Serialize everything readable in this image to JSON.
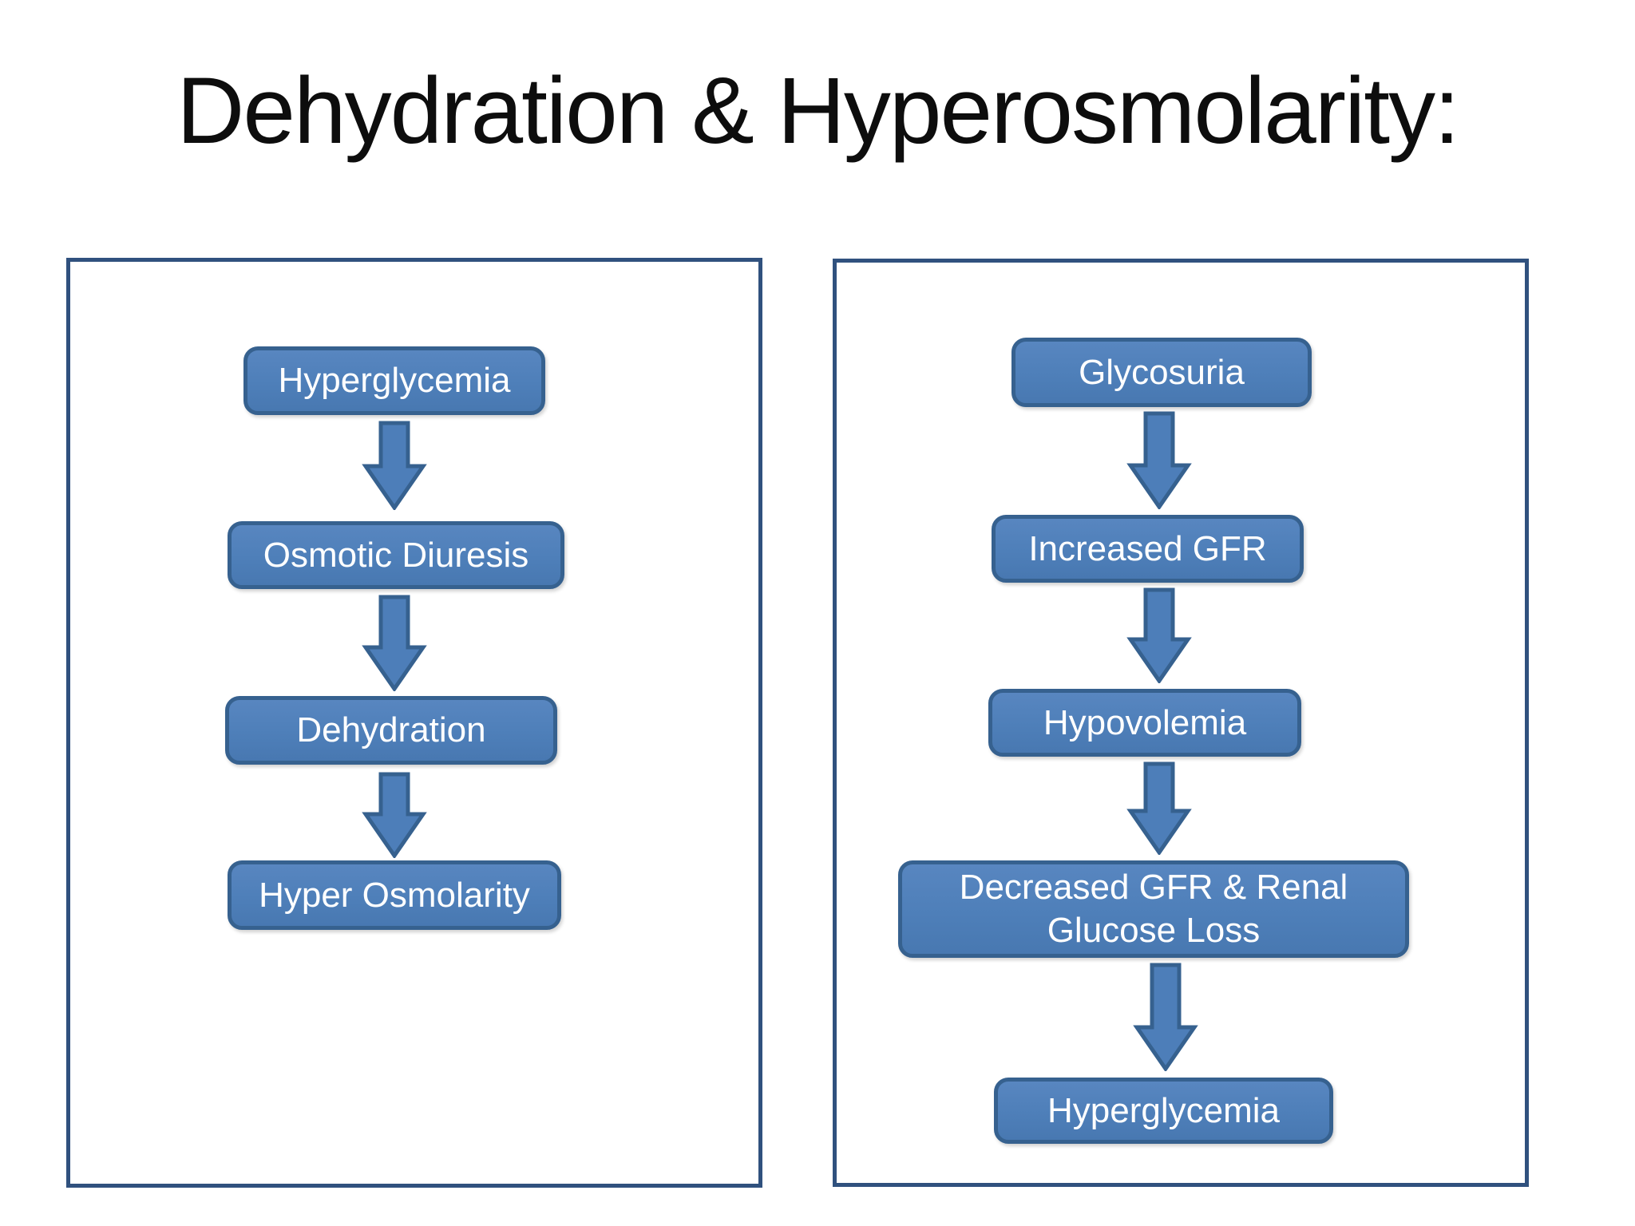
{
  "slide": {
    "title": "Dehydration & Hyperosmolarity:"
  },
  "left_flow": {
    "nodes": [
      {
        "label": "Hyperglycemia"
      },
      {
        "label": "Osmotic Diuresis"
      },
      {
        "label": "Dehydration"
      },
      {
        "label": "Hyper Osmolarity"
      }
    ]
  },
  "right_flow": {
    "nodes": [
      {
        "label": "Glycosuria"
      },
      {
        "label": "Increased GFR"
      },
      {
        "label": "Hypovolemia"
      },
      {
        "label": "Decreased GFR & Renal Glucose Loss"
      },
      {
        "label": "Hyperglycemia"
      }
    ]
  },
  "colors": {
    "box_fill": "#4F81BD",
    "box_border": "#36618F",
    "panel_border": "#30517E",
    "box_text": "#FFFFFF",
    "title_text": "#0D0D0D"
  }
}
